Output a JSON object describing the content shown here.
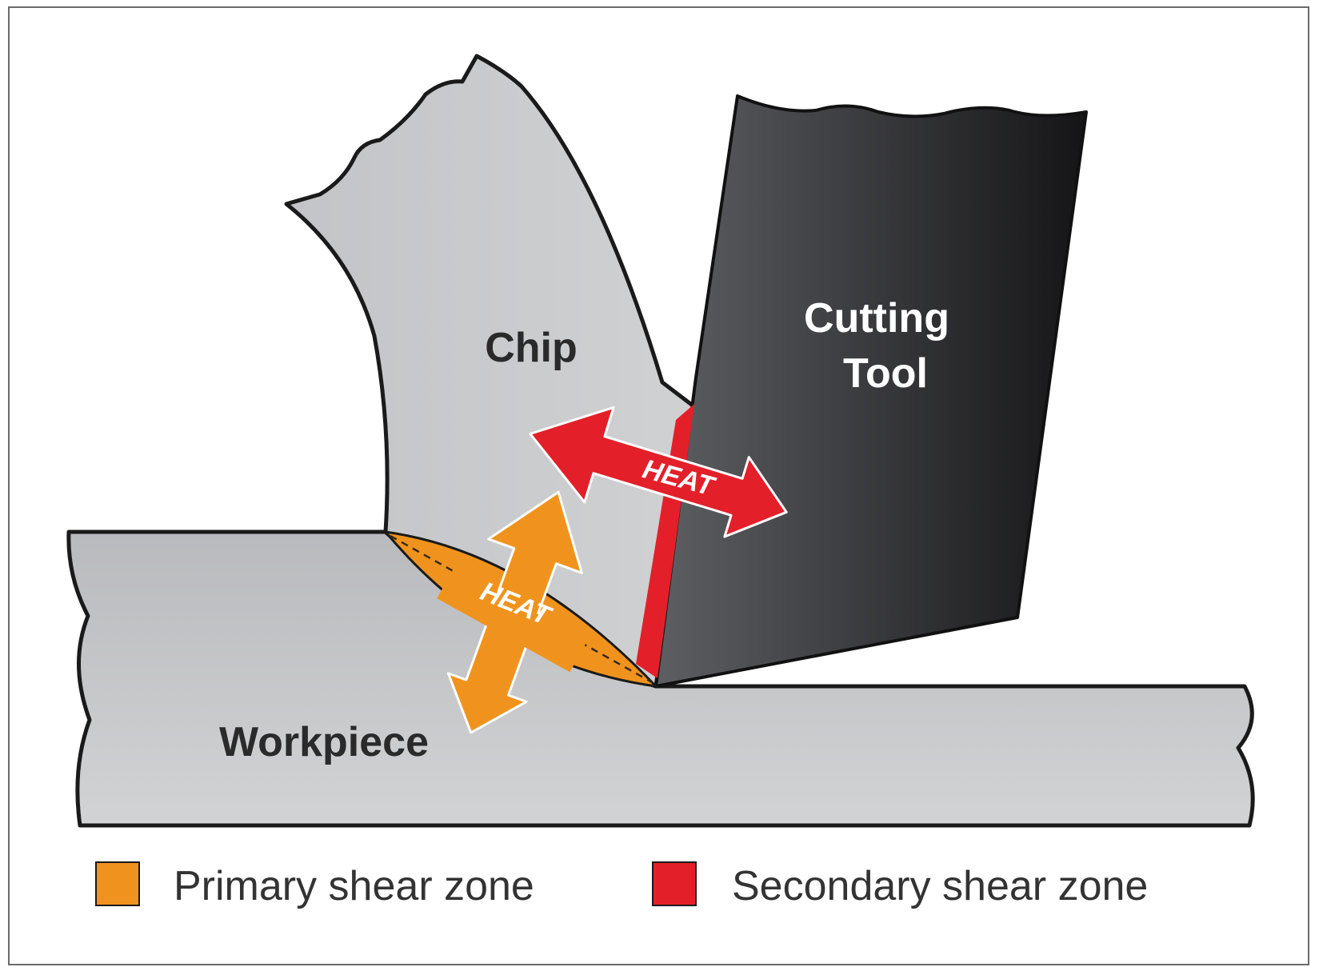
{
  "labels": {
    "chip": "Chip",
    "tool_line1": "Cutting",
    "tool_line2": "Tool",
    "workpiece": "Workpiece",
    "heat_primary": "HEAT",
    "heat_secondary": "HEAT"
  },
  "legend": [
    {
      "label": "Primary shear zone",
      "color": "#f0931e"
    },
    {
      "label": "Secondary shear zone",
      "color": "#e3202a"
    }
  ],
  "colors": {
    "workpiece": "#c4c5c8",
    "chip": "#c8c9cc",
    "tool_light": "#5a5b5f",
    "tool_dark": "#1a1a1c",
    "primary": "#f0931e",
    "secondary": "#e3202a",
    "outline": "#1a1a1a"
  }
}
